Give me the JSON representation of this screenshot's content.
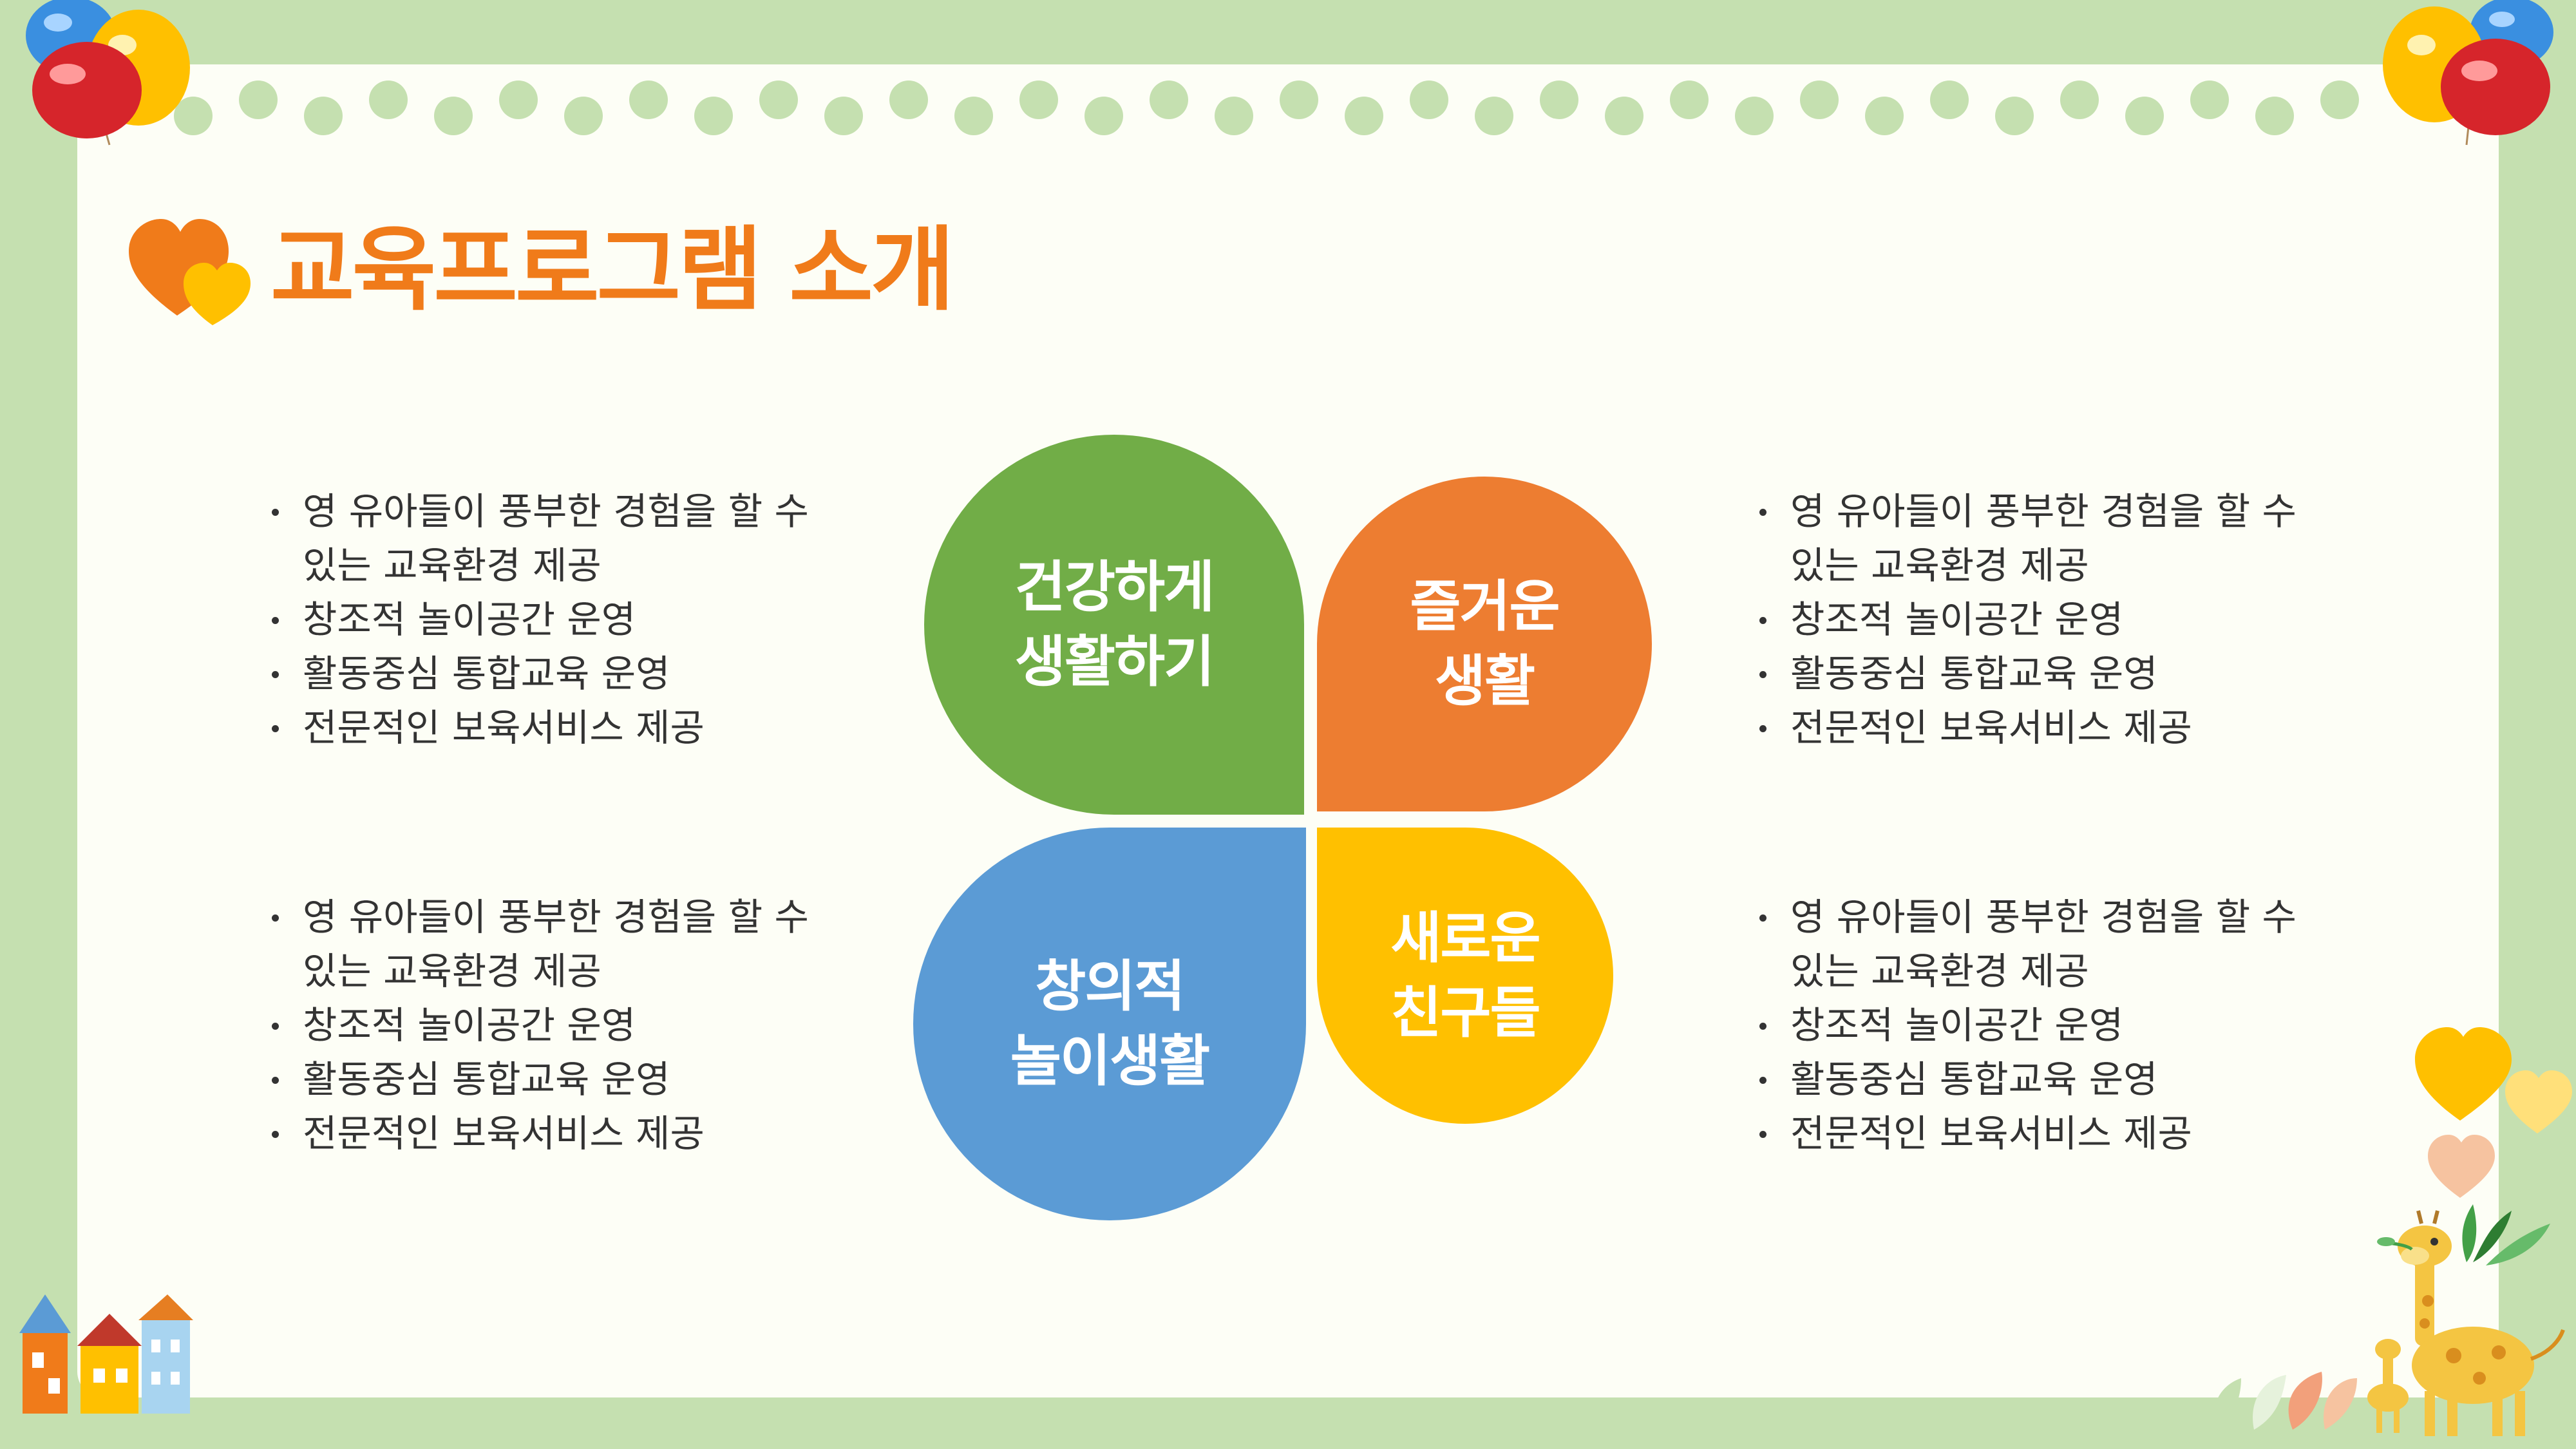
{
  "page": {
    "title": "교육프로그램 소개"
  },
  "petals": {
    "top_left": {
      "line1": "건강하게",
      "line2": "생활하기",
      "color": "#71ad47"
    },
    "top_right": {
      "line1": "즐거운",
      "line2": "생활",
      "color": "#ed7d31"
    },
    "bottom_left": {
      "line1": "창의적",
      "line2": "놀이생활",
      "color": "#5b9bd5"
    },
    "bottom_right": {
      "line1": "새로운",
      "line2": "친구들",
      "color": "#ffc000"
    }
  },
  "lists": {
    "top_left": [
      {
        "line1": "영 유아들이 풍부한 경험을 할 수",
        "line2": "있는 교육환경 제공"
      },
      {
        "line1": "창조적 놀이공간 운영"
      },
      {
        "line1": "활동중심 통합교육 운영"
      },
      {
        "line1": "전문적인 보육서비스 제공"
      }
    ],
    "top_right": [
      {
        "line1": "영 유아들이 풍부한 경험을 할 수",
        "line2": "있는 교육환경 제공"
      },
      {
        "line1": "창조적 놀이공간 운영"
      },
      {
        "line1": "활동중심 통합교육 운영"
      },
      {
        "line1": "전문적인 보육서비스 제공"
      }
    ],
    "bottom_left": [
      {
        "line1": "영 유아들이 풍부한 경험을 할 수",
        "line2": "있는 교육환경 제공"
      },
      {
        "line1": "창조적 놀이공간 운영"
      },
      {
        "line1": "활동중심 통합교육 운영"
      },
      {
        "line1": "전문적인 보육서비스 제공"
      }
    ],
    "bottom_right": [
      {
        "line1": "영 유아들이 풍부한 경험을 할 수",
        "line2": "있는 교육환경 제공"
      },
      {
        "line1": "창조적 놀이공간 운영"
      },
      {
        "line1": "활동중심 통합교육 운영"
      },
      {
        "line1": "전문적인 보육서비스 제공"
      }
    ]
  },
  "colors": {
    "frame": "#c5e0b0",
    "paper": "#fdfef6",
    "title": "#f07b1a",
    "text": "#333333"
  },
  "icons": {
    "title_icon": "double-heart-icon",
    "balloons": "balloons-icon",
    "houses": "houses-illustration",
    "giraffe": "giraffe-illustration"
  }
}
